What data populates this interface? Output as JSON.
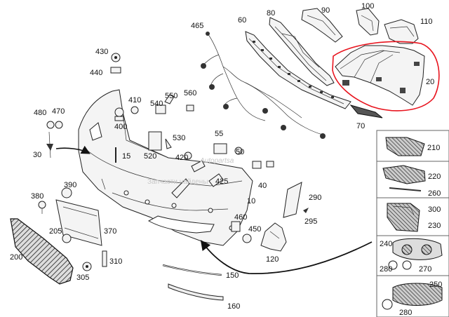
{
  "watermark": {
    "line1": "Autopartsa",
    "line2": "Запчасти найдены"
  },
  "callouts": {
    "c430": "430",
    "c440": "440",
    "c480": "480",
    "c470": "470",
    "c30": "30",
    "c465": "465",
    "c60": "60",
    "c80": "80",
    "c90": "90",
    "c100": "100",
    "c110": "110",
    "c20": "20",
    "c70": "70",
    "c410": "410",
    "c400": "400",
    "c550": "550",
    "c540": "540",
    "c560": "560",
    "c530": "530",
    "c520": "520",
    "c15": "15",
    "c55": "55",
    "c50": "50",
    "c420": "420",
    "c425": "425",
    "c40": "40",
    "c10": "10",
    "c390": "390",
    "c380": "380",
    "c290": "290",
    "c460": "460",
    "c450": "450",
    "c295": "295",
    "c205": "205",
    "c370": "370",
    "c200": "200",
    "c310": "310",
    "c305": "305",
    "c120": "120",
    "c150": "150",
    "c160": "160",
    "c210": "210",
    "c220": "220",
    "c260": "260",
    "c300": "300",
    "c230": "230",
    "c240": "240",
    "c280a": "280",
    "c270": "270",
    "c250": "250",
    "c280b": "280"
  },
  "highlight_color": "#e8141e"
}
